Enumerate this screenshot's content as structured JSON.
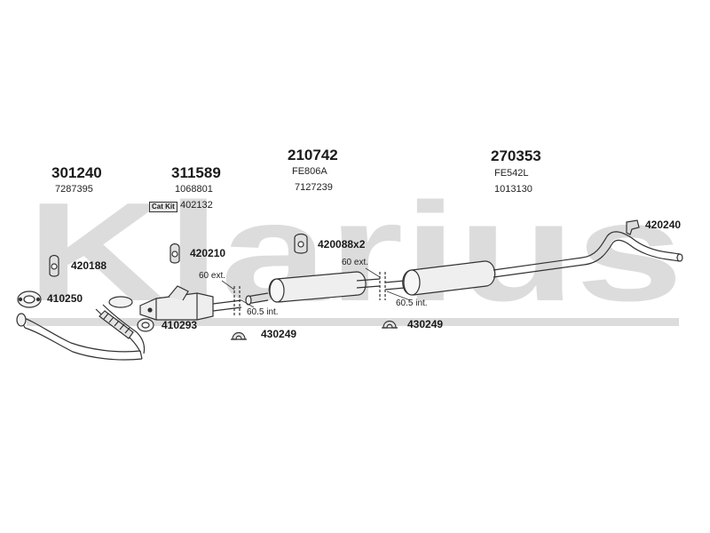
{
  "watermark": {
    "text": "Klarius",
    "color": "#d9d9d9"
  },
  "groups": [
    {
      "main": "301240",
      "refs": [
        "7287395"
      ]
    },
    {
      "main": "311589",
      "refs": [
        "1068801",
        "402132"
      ],
      "badge": "Cat Kit"
    },
    {
      "main": "210742",
      "refs": [
        "FE806A",
        "7127239"
      ]
    },
    {
      "main": "270353",
      "refs": [
        "FE542L",
        "1013130"
      ]
    }
  ],
  "parts": [
    "420188",
    "410250",
    "420210",
    "410293",
    "420088x2",
    "430249",
    "430249",
    "420240"
  ],
  "dimensions": [
    "60 ext.",
    "60.5 int.",
    "60 ext.",
    "60.5 int."
  ],
  "colors": {
    "line": "#333333",
    "fill": "#f2f2f2",
    "watermark": "#d9d9d9"
  }
}
